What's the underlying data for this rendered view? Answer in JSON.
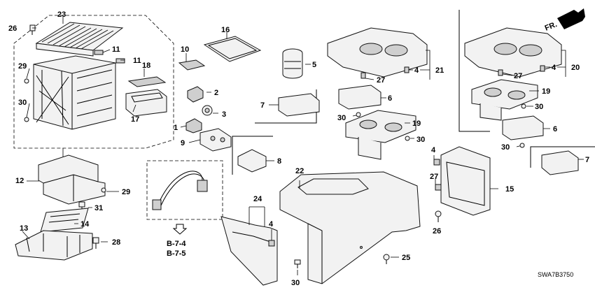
{
  "diagram_code": "SWA7B3750",
  "direction_label": "FR.",
  "references": [
    "B-7-4",
    "B-7-5"
  ],
  "callouts": {
    "c1": "1",
    "c2": "2",
    "c3": "3",
    "c4a": "4",
    "c4b": "4",
    "c4c": "4",
    "c4d": "4",
    "c5": "5",
    "c6a": "6",
    "c6b": "6",
    "c7a": "7",
    "c7b": "7",
    "c8": "8",
    "c9": "9",
    "c10": "10",
    "c11a": "11",
    "c11b": "11",
    "c12": "12",
    "c13": "13",
    "c14": "14",
    "c15": "15",
    "c16": "16",
    "c17": "17",
    "c18": "18",
    "c19a": "19",
    "c19b": "19",
    "c20": "20",
    "c21": "21",
    "c22": "22",
    "c23": "23",
    "c24": "24",
    "c25": "25",
    "c26a": "26",
    "c26b": "26",
    "c27a": "27",
    "c27b": "27",
    "c27c": "27",
    "c28": "28",
    "c29a": "29",
    "c29b": "29",
    "c30a": "30",
    "c30b": "30",
    "c30c": "30",
    "c30d": "30",
    "c30e": "30",
    "c30f": "30",
    "c31": "31"
  }
}
